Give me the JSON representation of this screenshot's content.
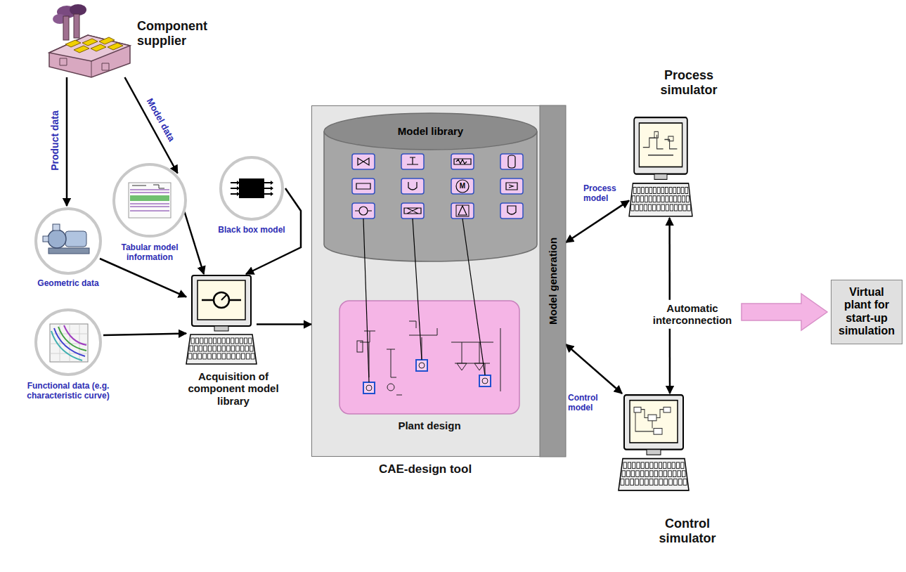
{
  "diagram": {
    "nodes": [
      {
        "text": [
          "Component supplier"
        ]
      },
      {
        "text": [
          "Tabular model information"
        ]
      },
      {
        "text": [
          "Black box model"
        ]
      },
      {
        "text": [
          "Geometric data"
        ]
      },
      {
        "text": [
          "Functional data (e.g. characteristic curve)"
        ]
      },
      {
        "text": [
          "Acquisition of component model library"
        ]
      },
      {
        "text": [
          "CAE-design tool"
        ]
      },
      {
        "text": [
          "Model library"
        ],
        "in": 6
      },
      {
        "text": [
          "Plant design"
        ],
        "in": 6
      },
      {
        "text": [
          "Model generation"
        ],
        "in": 6
      },
      {
        "text": [
          "Process simulator"
        ]
      },
      {
        "text": [
          "Control simulator"
        ]
      },
      {
        "text": [
          "Virtual plant for start-up simulation"
        ]
      }
    ],
    "edges": [
      {
        "from": 0,
        "to": 3,
        "label": "Product data",
        "arrow": "to"
      },
      {
        "from": 0,
        "to": 1,
        "label": "Model data",
        "arrow": "to"
      },
      {
        "from": 1,
        "to": 5,
        "arrow": "to"
      },
      {
        "from": 2,
        "to": 5,
        "arrow": "to"
      },
      {
        "from": 3,
        "to": 5,
        "arrow": "to"
      },
      {
        "from": 4,
        "to": 5,
        "arrow": "to"
      },
      {
        "from": 5,
        "to": 6,
        "arrow": "to"
      },
      {
        "from": 9,
        "to": 10,
        "label": "Process model",
        "arrow": "both"
      },
      {
        "from": 9,
        "to": 11,
        "label": "Control model",
        "arrow": "both"
      },
      {
        "from": 10,
        "to": 11,
        "label": "Automatic interconnection",
        "arrow": "both"
      }
    ],
    "labels": [
      "M"
    ]
  }
}
